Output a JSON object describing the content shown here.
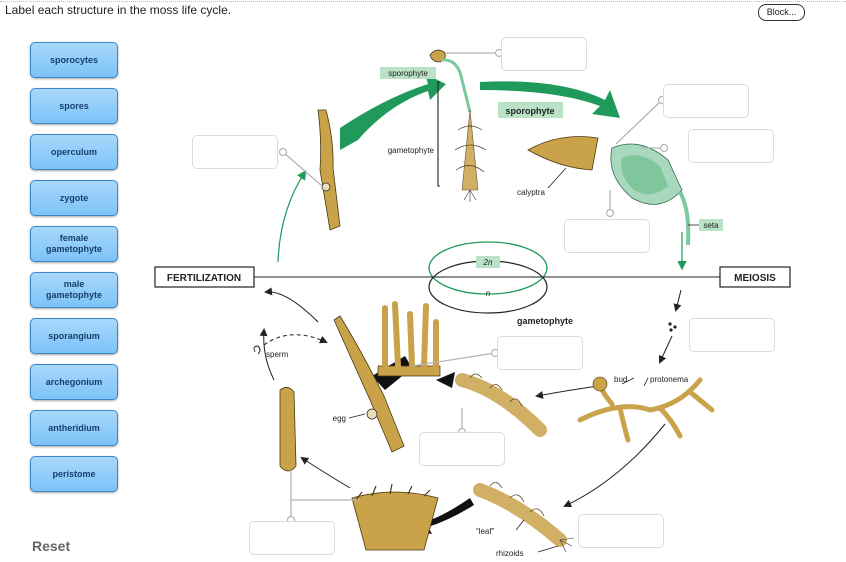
{
  "header": {
    "instruction": "Label each structure in the moss life cycle.",
    "block_button": "Block..."
  },
  "word_bank": [
    "sporocytes",
    "spores",
    "operculum",
    "zygote",
    "female gametophyte",
    "male gametophyte",
    "sporangium",
    "archegonium",
    "antheridium",
    "peristome"
  ],
  "reset_label": "Reset",
  "diagram": {
    "fertilization": "FERTILIZATION",
    "meiosis": "MEIOSIS",
    "ploidy_2n": "2n",
    "ploidy_n": "n",
    "sporophyte_tag": "sporophyte",
    "sporophyte_header": "sporophyte",
    "gametophyte_bracket": "gametophyte",
    "gametophyte_header": "gametophyte",
    "calyptra": "calyptra",
    "seta": "seta",
    "bud": "bud",
    "protonema": "protonema",
    "sperm": "sperm",
    "egg": "egg",
    "leaf": "“leaf”",
    "rhizoids": "rhizoids"
  },
  "colors": {
    "chip_fill": "#8ccdf9",
    "chip_border": "#3d86c6",
    "green_arrow": "#1f9a5a",
    "tag_green": "#b9e2c6",
    "plant_tan": "#c9a24a"
  }
}
